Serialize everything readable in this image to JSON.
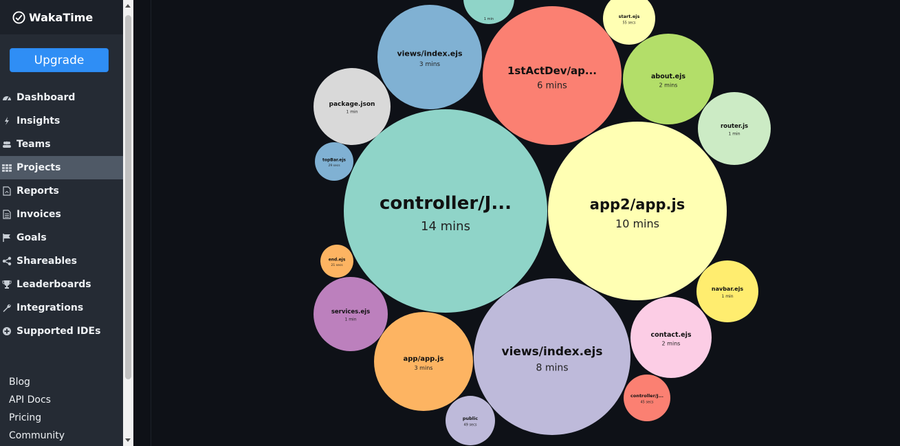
{
  "app": {
    "name": "WakaTime"
  },
  "sidebar": {
    "upgrade_label": "Upgrade",
    "items": [
      {
        "label": "Dashboard",
        "icon": "dashboard-icon"
      },
      {
        "label": "Insights",
        "icon": "bolt-icon"
      },
      {
        "label": "Teams",
        "icon": "users-icon"
      },
      {
        "label": "Projects",
        "icon": "grid-icon",
        "active": true
      },
      {
        "label": "Reports",
        "icon": "pdf-file-icon"
      },
      {
        "label": "Invoices",
        "icon": "invoice-icon"
      },
      {
        "label": "Goals",
        "icon": "flag-icon"
      },
      {
        "label": "Shareables",
        "icon": "share-icon"
      },
      {
        "label": "Leaderboards",
        "icon": "trophy-icon"
      },
      {
        "label": "Integrations",
        "icon": "wrench-icon"
      },
      {
        "label": "Supported IDEs",
        "icon": "plus-circle-icon"
      }
    ],
    "footer": [
      "Blog",
      "API Docs",
      "Pricing",
      "Community"
    ]
  },
  "bubbles": [
    {
      "name": "controller/J...",
      "time": "14 mins",
      "color": "#8fd4c8"
    },
    {
      "name": "app2/app.js",
      "time": "10 mins",
      "color": "#ffffb3"
    },
    {
      "name": "views/index.ejs",
      "time": "8 mins",
      "color": "#bebada"
    },
    {
      "name": "1stActDev/ap...",
      "time": "6 mins",
      "color": "#fb8072"
    },
    {
      "name": "views/index.ejs",
      "time": "3 mins",
      "color": "#80b1d3"
    },
    {
      "name": "app/app.js",
      "time": "3 mins",
      "color": "#fdb462"
    },
    {
      "name": "about.ejs",
      "time": "2 mins",
      "color": "#b3de69"
    },
    {
      "name": "contact.ejs",
      "time": "2 mins",
      "color": "#fccde5"
    },
    {
      "name": "package.json",
      "time": "1 min",
      "color": "#d9d9d9"
    },
    {
      "name": "services.ejs",
      "time": "1 min",
      "color": "#bc80bd"
    },
    {
      "name": "router.js",
      "time": "1 min",
      "color": "#ccebc5"
    },
    {
      "name": "navbar.ejs",
      "time": "1 min",
      "color": "#ffed6f"
    },
    {
      "name": "",
      "time": "1 min",
      "color": "#8fd4c8"
    },
    {
      "name": "public",
      "time": "49 secs",
      "color": "#bebada"
    },
    {
      "name": "controller/J...",
      "time": "45 secs",
      "color": "#fb8072"
    },
    {
      "name": "start.ejs",
      "time": "55 secs",
      "color": "#ffffb3"
    },
    {
      "name": "topBar.ejs",
      "time": "29 secs",
      "color": "#80b1d3"
    },
    {
      "name": "end.ejs",
      "time": "21 secs",
      "color": "#fdb462"
    }
  ]
}
